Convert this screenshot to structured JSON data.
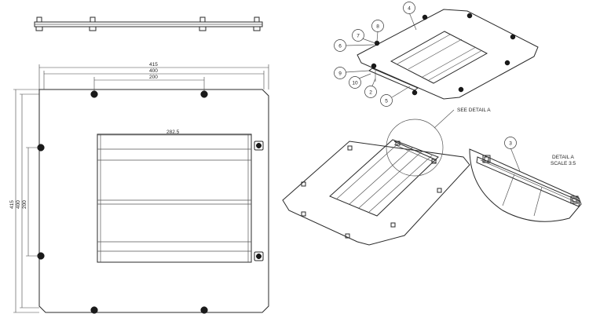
{
  "drawing": {
    "dimensions": {
      "top_outer": "415",
      "top_mid": "400",
      "top_inner": "200",
      "left_outer": "415",
      "left_mid": "400",
      "left_inner": "200",
      "channel_width": "282.5"
    },
    "callouts": [
      "4",
      "8",
      "7",
      "6",
      "9",
      "10",
      "2",
      "5",
      "3"
    ],
    "detail_ref_label": "SEE DETAIL  A",
    "detail_title": "DETAIL  A",
    "detail_scale": "SCALE  3:5"
  }
}
